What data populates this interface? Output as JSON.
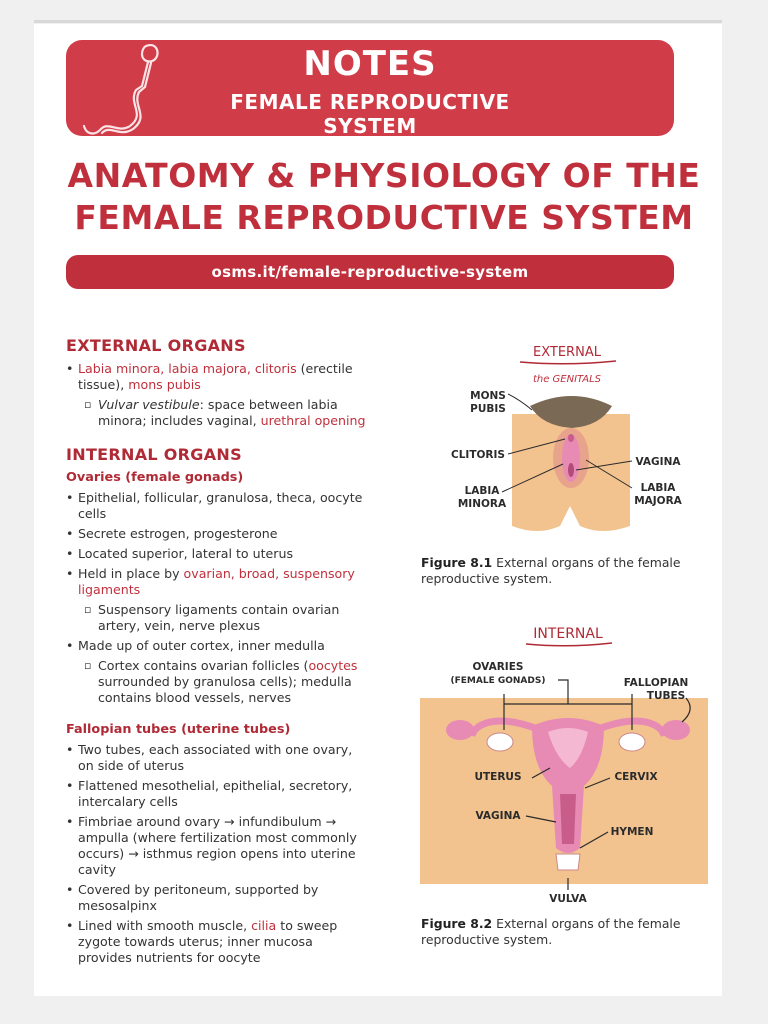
{
  "header": {
    "notes": "NOTES",
    "subtitle_line1": "FEMALE REPRODUCTIVE",
    "subtitle_line2": "SYSTEM"
  },
  "title": {
    "line1": "ANATOMY & PHYSIOLOGY OF THE",
    "line2": "FEMALE REPRODUCTIVE SYSTEM"
  },
  "url": "osms.it/female-reproductive-system",
  "external_organs": {
    "heading": "EXTERNAL ORGANS",
    "b1_hl": "Labia minora, labia majora, clitoris",
    "b1_rest": " (erectile tissue), ",
    "b1_hl2": "mons pubis",
    "sub1_em": "Vulvar vestibule",
    "sub1_rest": ": space between labia minora; includes vaginal, ",
    "sub1_hl": "urethral opening"
  },
  "internal_organs": {
    "heading": "INTERNAL ORGANS",
    "ovaries_heading": "Ovaries (female gonads)",
    "ov1": "Epithelial, follicular, granulosa, theca, oocyte cells",
    "ov2": "Secrete estrogen, progesterone",
    "ov3": "Located superior, lateral to uterus",
    "ov4_pre": "Held in place by ",
    "ov4_hl": "ovarian, broad, suspensory ligaments",
    "ov4_sub": "Suspensory ligaments contain ovarian artery, vein, nerve plexus",
    "ov5": "Made up of outer cortex, inner medulla",
    "ov5_sub_pre": "Cortex contains ovarian follicles (",
    "ov5_sub_hl": "oocytes",
    "ov5_sub_rest": " surrounded by granulosa cells); medulla contains blood vessels, nerves",
    "tubes_heading": "Fallopian tubes (uterine tubes)",
    "ft1": "Two tubes, each associated with one ovary, on side of uterus",
    "ft2": "Flattened mesothelial, epithelial, secretory, intercalary cells",
    "ft3": "Fimbriae around ovary → infundibulum → ampulla (where fertilization most commonly occurs) → isthmus region opens into uterine cavity",
    "ft4": "Covered by peritoneum, supported by mesosalpinx",
    "ft5_pre": "Lined with smooth muscle, ",
    "ft5_hl": "cilia",
    "ft5_rest": " to sweep zygote towards uterus; inner mucosa provides nutrients for oocyte"
  },
  "figure1": {
    "heading": "EXTERNAL",
    "subheading": "the GENITALS",
    "mons1": "MONS",
    "mons2": "PUBIS",
    "clitoris": "CLITORIS",
    "vagina": "VAGINA",
    "labia_minora1": "LABIA",
    "labia_minora2": "MINORA",
    "labia_majora1": "LABIA",
    "labia_majora2": "MAJORA",
    "caption_bold": "Figure 8.1",
    "caption_text": " External organs of the female reproductive system."
  },
  "figure2": {
    "heading": "INTERNAL",
    "ovaries": "OVARIES",
    "gonads": "(FEMALE GONADS)",
    "fallopian1": "FALLOPIAN",
    "fallopian2": "TUBES",
    "uterus": "UTERUS",
    "cervix": "CERVIX",
    "vagina": "VAGINA",
    "hymen": "HYMEN",
    "vulva": "VULVA",
    "caption_bold": "Figure 8.2",
    "caption_text": " External organs of the female reproductive system."
  },
  "colors": {
    "brand_red": "#d03c48",
    "text_red": "#c0303c",
    "skin": "#f2c28f",
    "tissue_pink": "#e88bb4"
  }
}
